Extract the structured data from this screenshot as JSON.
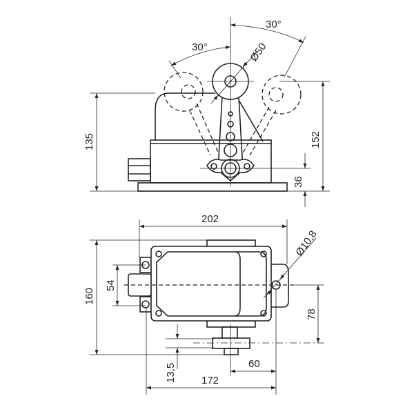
{
  "drawing": {
    "side_view": {
      "angle_left": "30°",
      "angle_right": "30°",
      "roller_diameter": "Ø50",
      "height_body": "135",
      "height_total": "152",
      "pivot_height": "36"
    },
    "plan_view": {
      "width_total": "202",
      "hole_diameter": "Ø10,8",
      "gland_spacing": "54",
      "depth_total": "160",
      "hole_offset": "78",
      "roller_offset": "13,5",
      "shaft_offset": "60",
      "hole_spacing": "172"
    }
  }
}
